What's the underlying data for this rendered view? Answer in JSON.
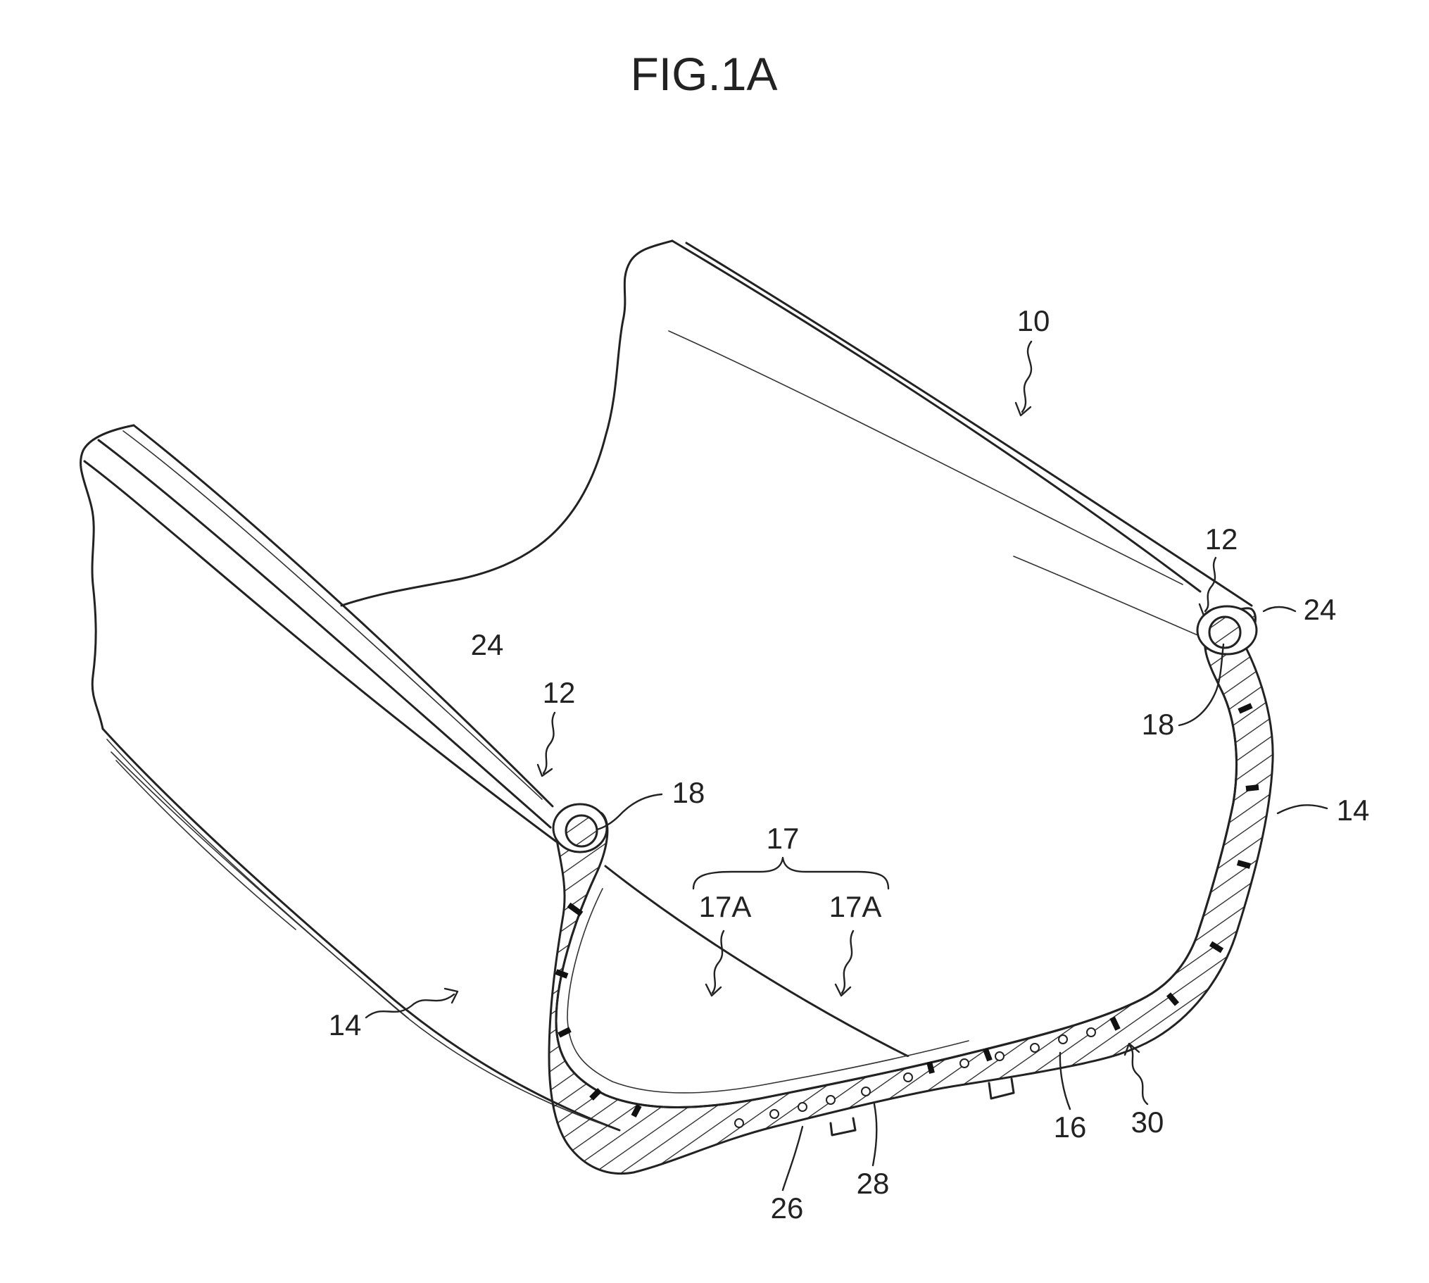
{
  "figure": {
    "title": "FIG.1A"
  },
  "labels": {
    "tire": "10",
    "bead_left": "12",
    "bead_right": "12",
    "bead_core_left": "18",
    "bead_core_right": "18",
    "rim_strip_left": "24",
    "rim_strip_right": "24",
    "sidewall_left": "14",
    "sidewall_right": "14",
    "inner_surface": "17",
    "inner_region_left": "17A",
    "inner_region_right": "17A",
    "cord_left": "26",
    "groove": "28",
    "belt": "16",
    "tread": "30"
  }
}
